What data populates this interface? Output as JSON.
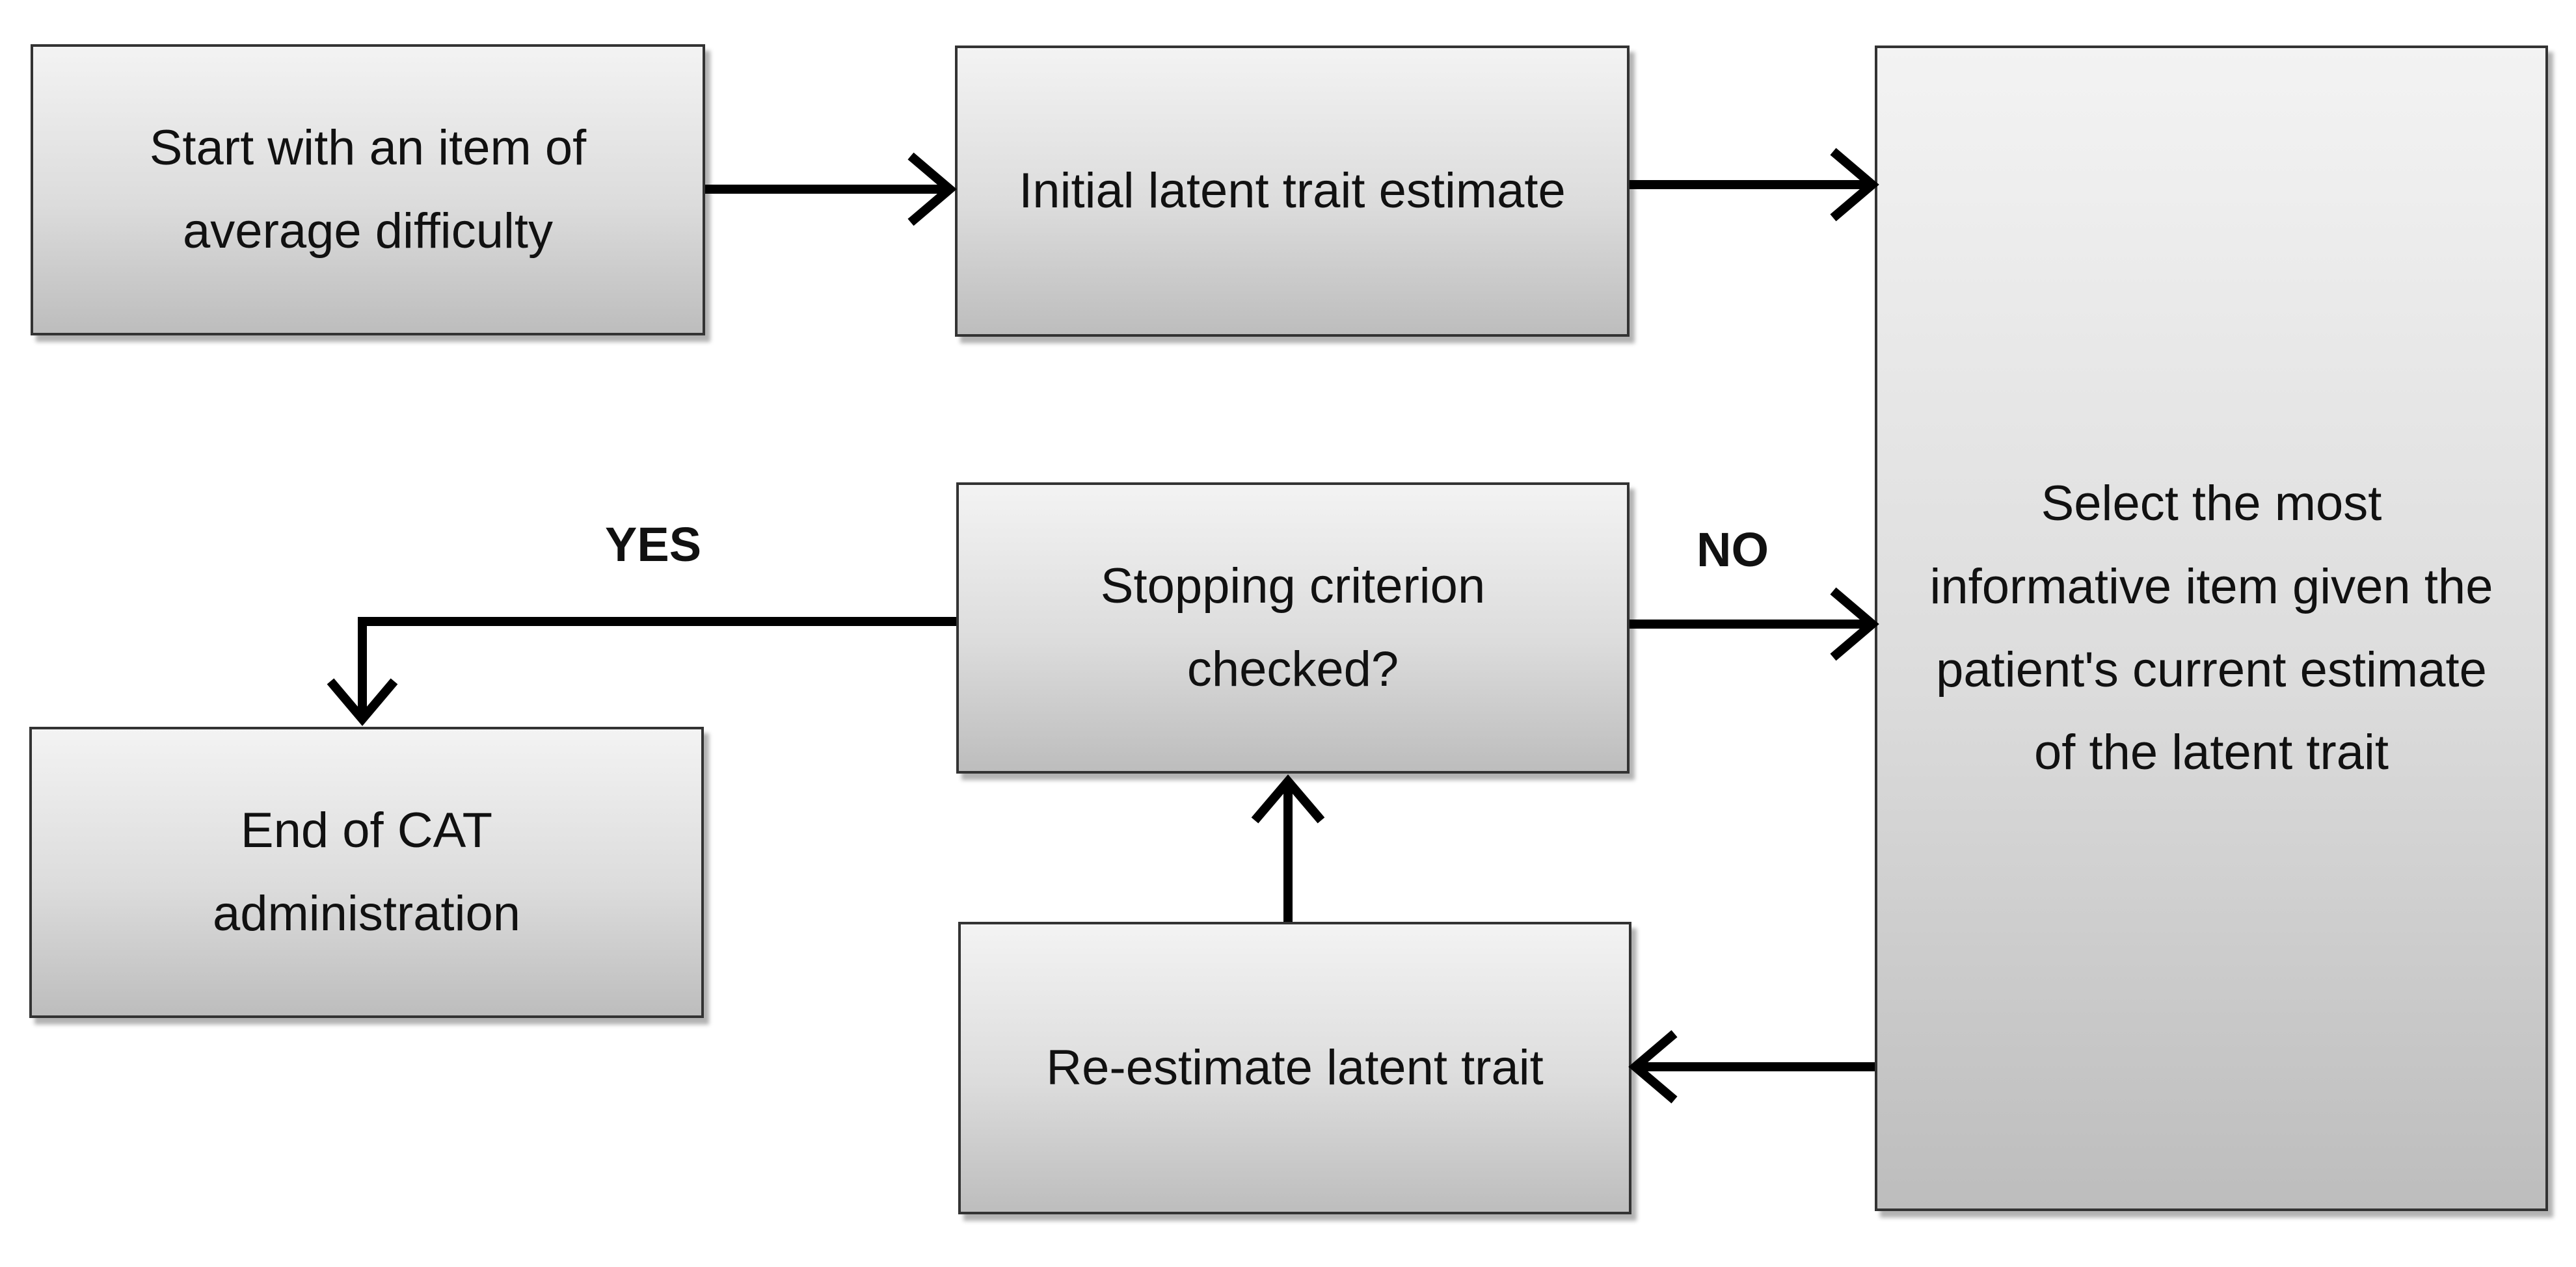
{
  "nodes": {
    "start": "Start with an item of average difficulty",
    "initial_estimate": "Initial latent trait estimate",
    "select_item": "Select the most informative item given the patient's current estimate of the latent trait",
    "stopping": "Stopping criterion checked?",
    "end": "End of CAT administration",
    "reestimate": "Re-estimate latent trait"
  },
  "edge_labels": {
    "yes": "YES",
    "no": "NO"
  },
  "colors": {
    "box_border": "#333333",
    "box_fill_top": "#f3f3f3",
    "box_fill_bottom": "#bdbdbd",
    "arrow": "#000000"
  }
}
